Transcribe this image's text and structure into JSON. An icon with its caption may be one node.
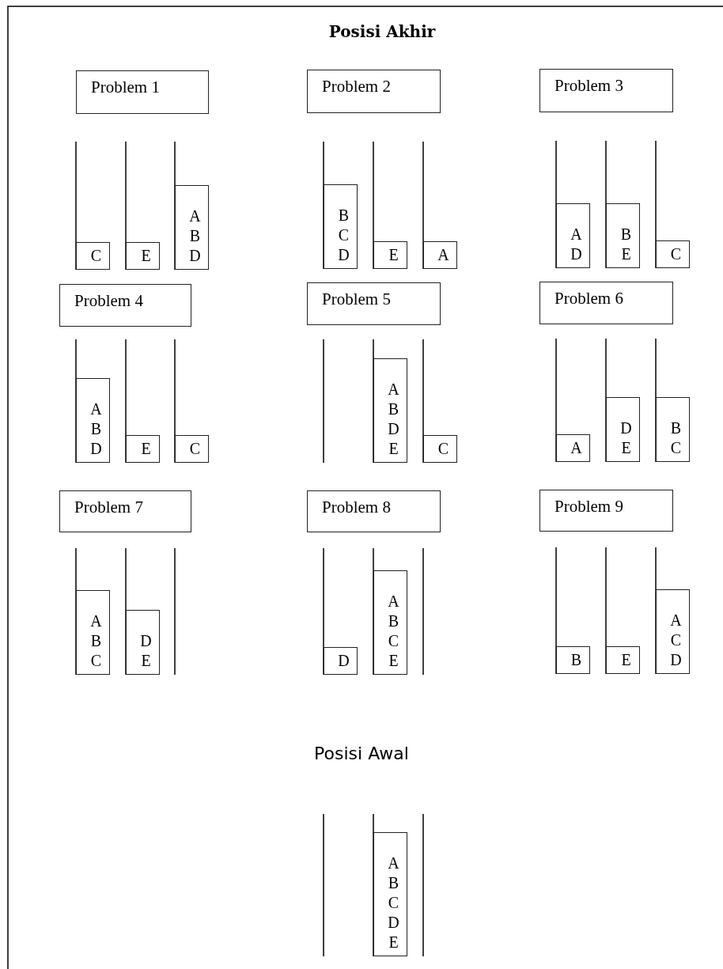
{
  "diagram": {
    "title": "Posisi Akhir",
    "nodes": [
      {
        "text": [
          "Problem 1"
        ]
      },
      {
        "text": [
          "C"
        ]
      },
      {
        "text": [
          "E"
        ]
      },
      {
        "text": [
          "A B D"
        ]
      },
      {
        "text": [
          "Problem 2"
        ]
      },
      {
        "text": [
          "B C D"
        ]
      },
      {
        "text": [
          "E"
        ]
      },
      {
        "text": [
          "A"
        ]
      },
      {
        "text": [
          "Problem 3"
        ]
      },
      {
        "text": [
          "A D"
        ]
      },
      {
        "text": [
          "B E"
        ]
      },
      {
        "text": [
          "C"
        ]
      },
      {
        "text": [
          "Problem 4"
        ]
      },
      {
        "text": [
          "A B D"
        ]
      },
      {
        "text": [
          "E"
        ]
      },
      {
        "text": [
          "C"
        ]
      },
      {
        "text": [
          "Problem 5"
        ]
      },
      {
        "text": [
          "A B D E"
        ]
      },
      {
        "text": [
          "C"
        ]
      },
      {
        "text": [
          "Problem 6"
        ]
      },
      {
        "text": [
          "A"
        ]
      },
      {
        "text": [
          "D E"
        ]
      },
      {
        "text": [
          "B C"
        ]
      },
      {
        "text": [
          "Problem 7"
        ]
      },
      {
        "text": [
          "A B C"
        ]
      },
      {
        "text": [
          "D E"
        ]
      },
      {
        "text": [
          "Problem 8"
        ]
      },
      {
        "text": [
          "D"
        ]
      },
      {
        "text": [
          "A B C E"
        ]
      },
      {
        "text": [
          "Problem 9"
        ]
      },
      {
        "text": [
          "B"
        ]
      },
      {
        "text": [
          "E"
        ]
      },
      {
        "text": [
          "A C D"
        ]
      },
      {
        "text": [
          "A B C D E"
        ]
      }
    ],
    "labels": [
      "Posisi Awal"
    ]
  }
}
